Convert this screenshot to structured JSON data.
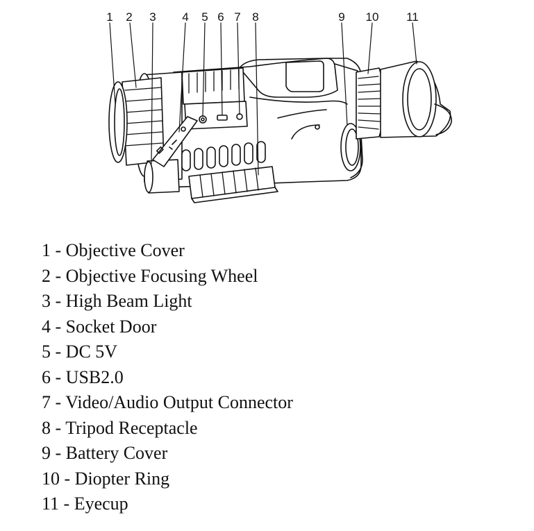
{
  "callouts": [
    "1",
    "2",
    "3",
    "4",
    "5",
    "6",
    "7",
    "8",
    "9",
    "10",
    "11"
  ],
  "legend": [
    {
      "number": "1",
      "label": "Objective Cover"
    },
    {
      "number": "2",
      "label": "Objective Focusing Wheel"
    },
    {
      "number": "3",
      "label": "High Beam Light"
    },
    {
      "number": "4",
      "label": "Socket Door"
    },
    {
      "number": "5",
      "label": "DC 5V"
    },
    {
      "number": "6",
      "label": "USB2.0"
    },
    {
      "number": "7",
      "label": "Video/Audio Output Connector"
    },
    {
      "number": "8",
      "label": "Tripod Receptacle"
    },
    {
      "number": "9",
      "label": "Battery Cover"
    },
    {
      "number": "10",
      "label": "Diopter Ring"
    },
    {
      "number": "11",
      "label": "Eyecup"
    }
  ],
  "separator": " - ",
  "colors": {
    "line": "#111111",
    "background": "#ffffff"
  }
}
